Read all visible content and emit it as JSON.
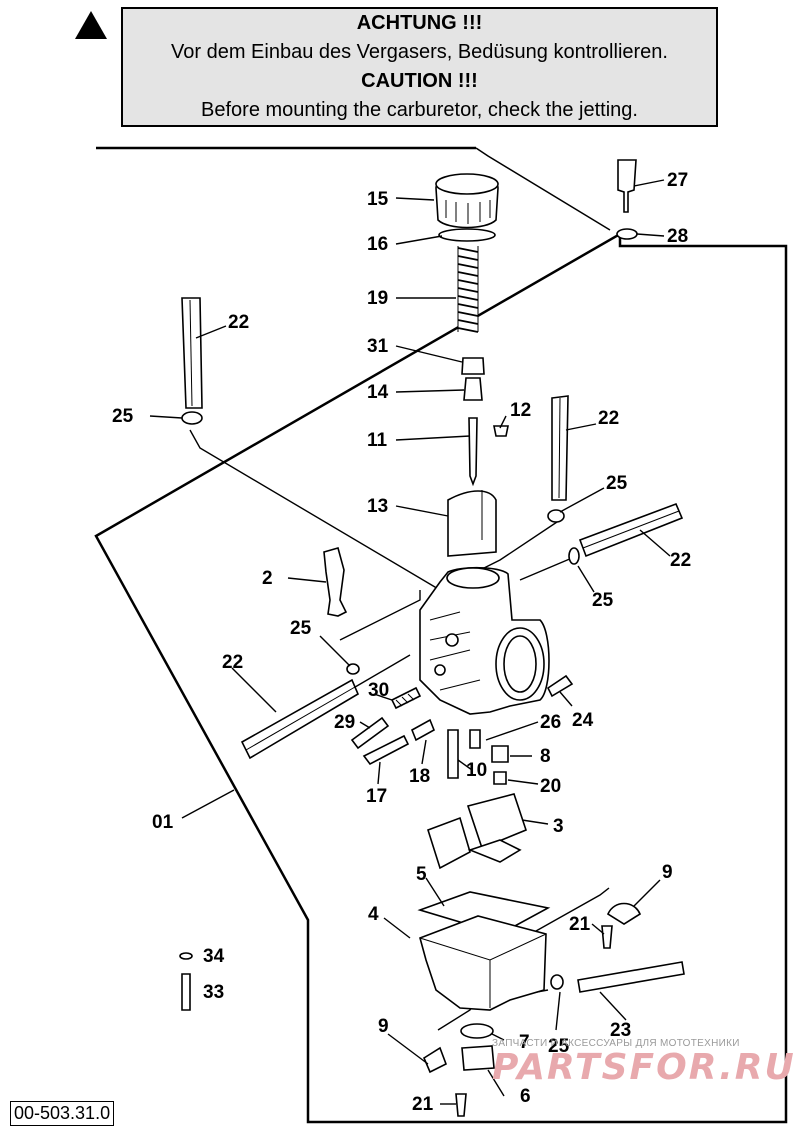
{
  "warning": {
    "icon": "warning-triangle-icon",
    "title_de": "ACHTUNG !!!",
    "text_de": "Vor dem Einbau des Vergasers, Bedüsung kontrollieren.",
    "title_en": "CAUTION !!!",
    "text_en": "Before mounting the carburetor, check the jetting."
  },
  "diagram": {
    "reference_number": "00-503.31.0",
    "part_labels": {
      "p01": "01",
      "p2": "2",
      "p3": "3",
      "p4": "4",
      "p5": "5",
      "p6": "6",
      "p7": "7",
      "p8": "8",
      "p9a": "9",
      "p9b": "9",
      "p10": "10",
      "p11": "11",
      "p12": "12",
      "p13": "13",
      "p14": "14",
      "p15": "15",
      "p16": "16",
      "p17": "17",
      "p18": "18",
      "p19": "19",
      "p20": "20",
      "p21a": "21",
      "p21b": "21",
      "p22a": "22",
      "p22b": "22",
      "p22c": "22",
      "p22d": "22",
      "p23": "23",
      "p24": "24",
      "p25a": "25",
      "p25b": "25",
      "p25c": "25",
      "p25d": "25",
      "p25e": "25",
      "p26": "26",
      "p27": "27",
      "p28": "28",
      "p29": "29",
      "p30": "30",
      "p31": "31",
      "p33": "33",
      "p34": "34"
    }
  },
  "watermark": {
    "caption": "ЗАПЧАСТИ И АКСЕССУАРЫ ДЛЯ МОТОТЕХНИКИ",
    "brand": "PARTSFOR.RU"
  }
}
